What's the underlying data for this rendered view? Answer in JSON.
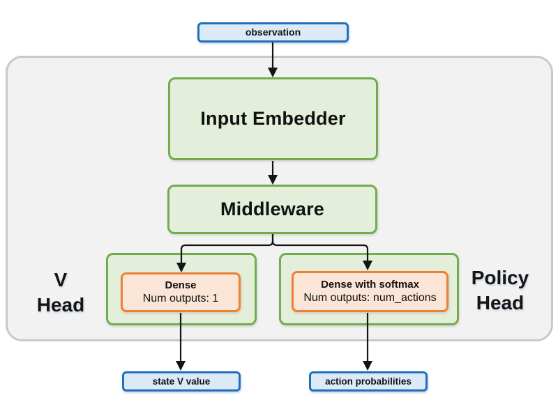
{
  "diagram": {
    "observation": "observation",
    "input_embedder": "Input Embedder",
    "middleware": "Middleware",
    "v_head": {
      "label_line1": "V",
      "label_line2": "Head",
      "dense_title": "Dense",
      "dense_subtitle": "Num outputs: 1",
      "output": "state V value"
    },
    "policy_head": {
      "label_line1": "Policy",
      "label_line2": "Head",
      "dense_title": "Dense with softmax",
      "dense_subtitle": "Num outputs: num_actions",
      "output": "action probabilities"
    },
    "colors": {
      "blue_border": "#1E70BF",
      "blue_fill": "#DCE9F7",
      "green_border": "#72AC4C",
      "green_fill": "#E3EFDA",
      "orange_border": "#EC8033",
      "orange_fill": "#FBE5D6",
      "container_fill": "#F2F2F2",
      "container_border": "#C9C9C9",
      "arrow": "#141414"
    }
  }
}
